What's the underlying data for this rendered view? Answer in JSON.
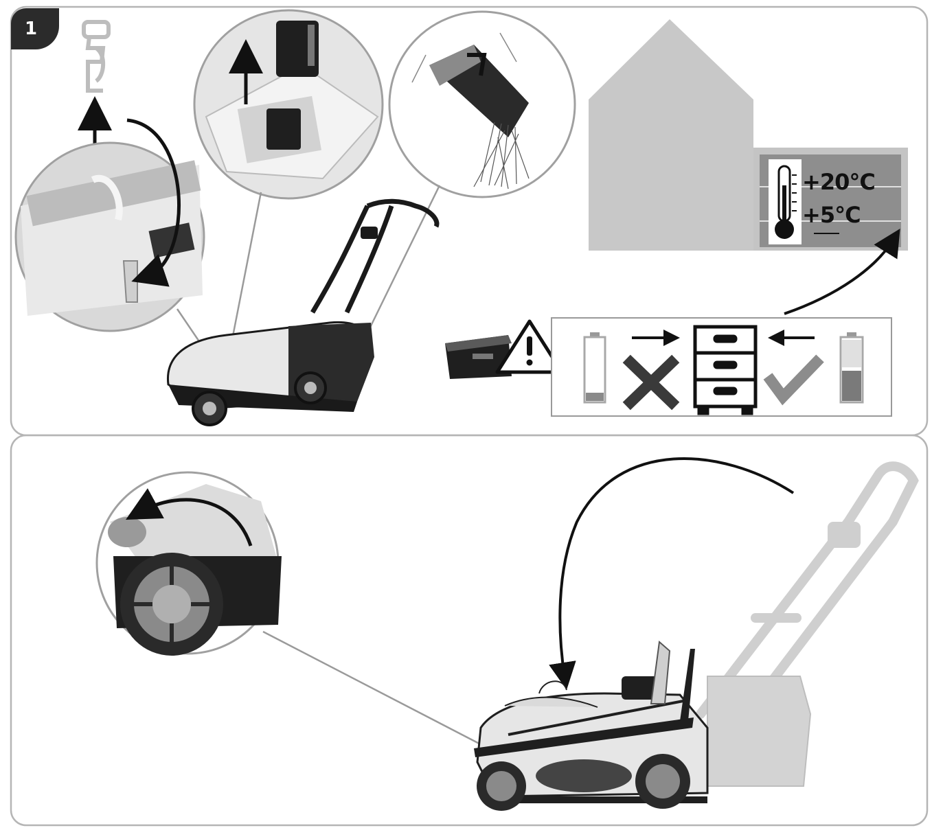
{
  "step": {
    "number": "1"
  },
  "storage": {
    "temp_high": "+20°C",
    "temp_low": "+5°C"
  },
  "colors": {
    "frame": "#a8a8a8",
    "ink": "#111111",
    "house": "#c8c8c8",
    "mower_light": "#e6e6e6",
    "mower_dark": "#1e1e1e",
    "mower_ghost": "#cfcfcf"
  },
  "icons": [
    "safety-key-icon",
    "up-arrow-icon",
    "curved-arrow-icon",
    "battery-removal-magnifier",
    "cleaning-magnifier",
    "house-icon",
    "thermometer-icon",
    "warning-triangle-icon",
    "battery-pack-icon",
    "empty-battery-icon",
    "cross-icon",
    "drawer-cabinet-icon",
    "check-icon",
    "half-charged-battery-icon",
    "wheel-magnifier",
    "fold-handle-arrow-icon"
  ]
}
